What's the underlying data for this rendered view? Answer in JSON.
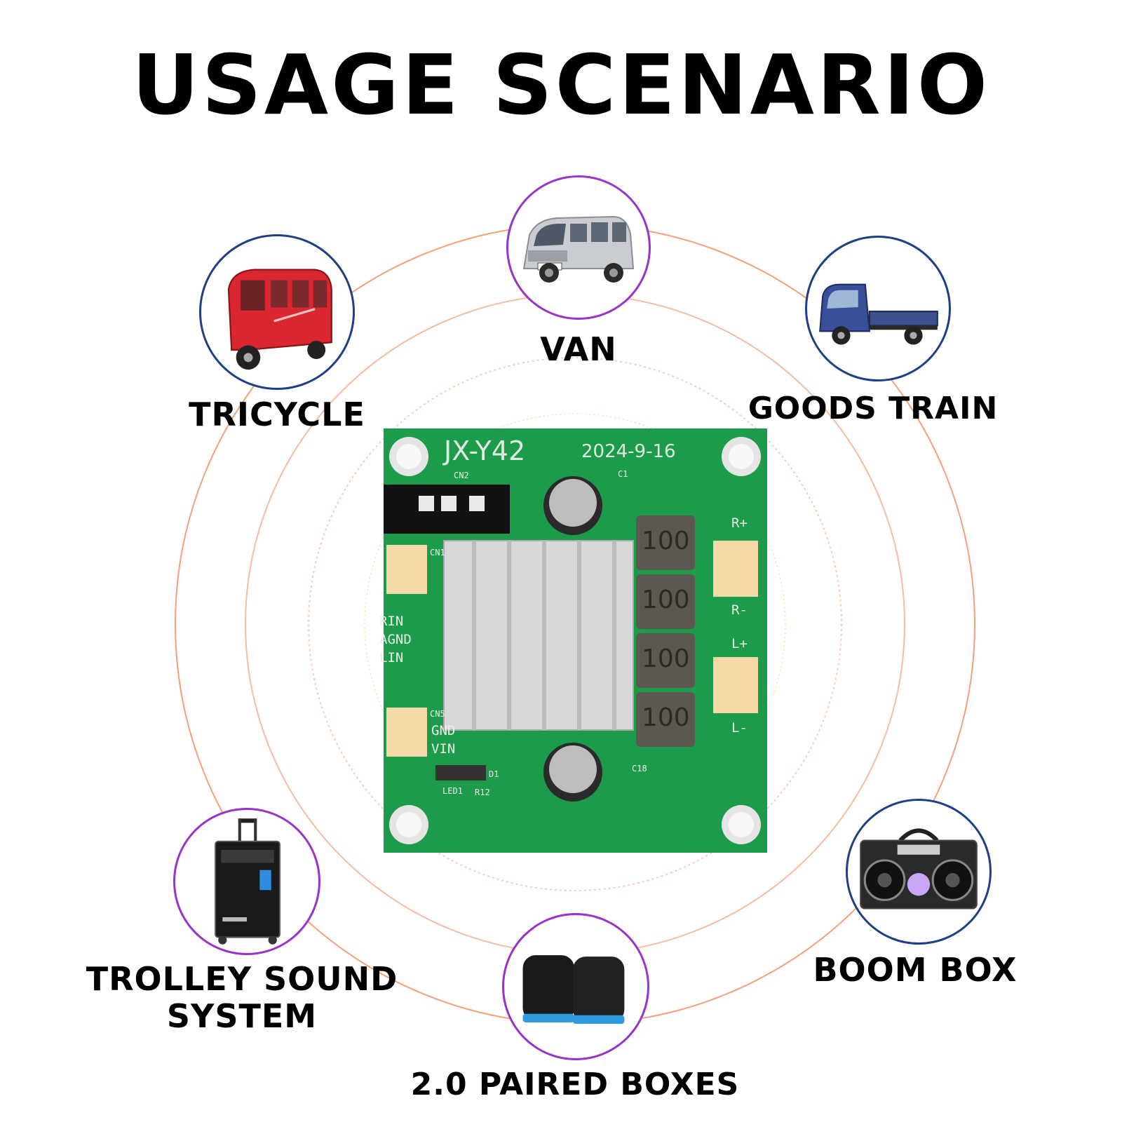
{
  "title": "USAGE SCENARIO",
  "scenarios": [
    {
      "label": "VAN",
      "icon": "van-icon"
    },
    {
      "label": "TRICYCLE",
      "icon": "tricycle-icon"
    },
    {
      "label": "GOODS TRAIN",
      "icon": "truck-icon"
    },
    {
      "label": "TROLLEY SOUND SYSTEM",
      "icon": "trolley-speaker-icon"
    },
    {
      "label": "2.0 PAIRED BOXES",
      "icon": "paired-speakers-icon"
    },
    {
      "label": "BOOM BOX",
      "icon": "boombox-icon"
    }
  ],
  "board": {
    "model": "JX-Y42",
    "date": "2024-9-16",
    "inductor_value": "100",
    "input_pins": [
      "RIN",
      "AGND",
      "LIN"
    ],
    "power_pins": [
      "GND",
      "VIN"
    ],
    "output_pins": [
      "R+",
      "R-",
      "L+",
      "L-"
    ],
    "parts": [
      "CN1",
      "CN2",
      "CN5",
      "D1",
      "LED1",
      "R12",
      "C1",
      "C18"
    ]
  },
  "colors": {
    "pcb": "#1c9c4a",
    "ring": "#f3a07a",
    "circle_blue": "#1f3f86",
    "circle_purple": "#9a33c7"
  }
}
